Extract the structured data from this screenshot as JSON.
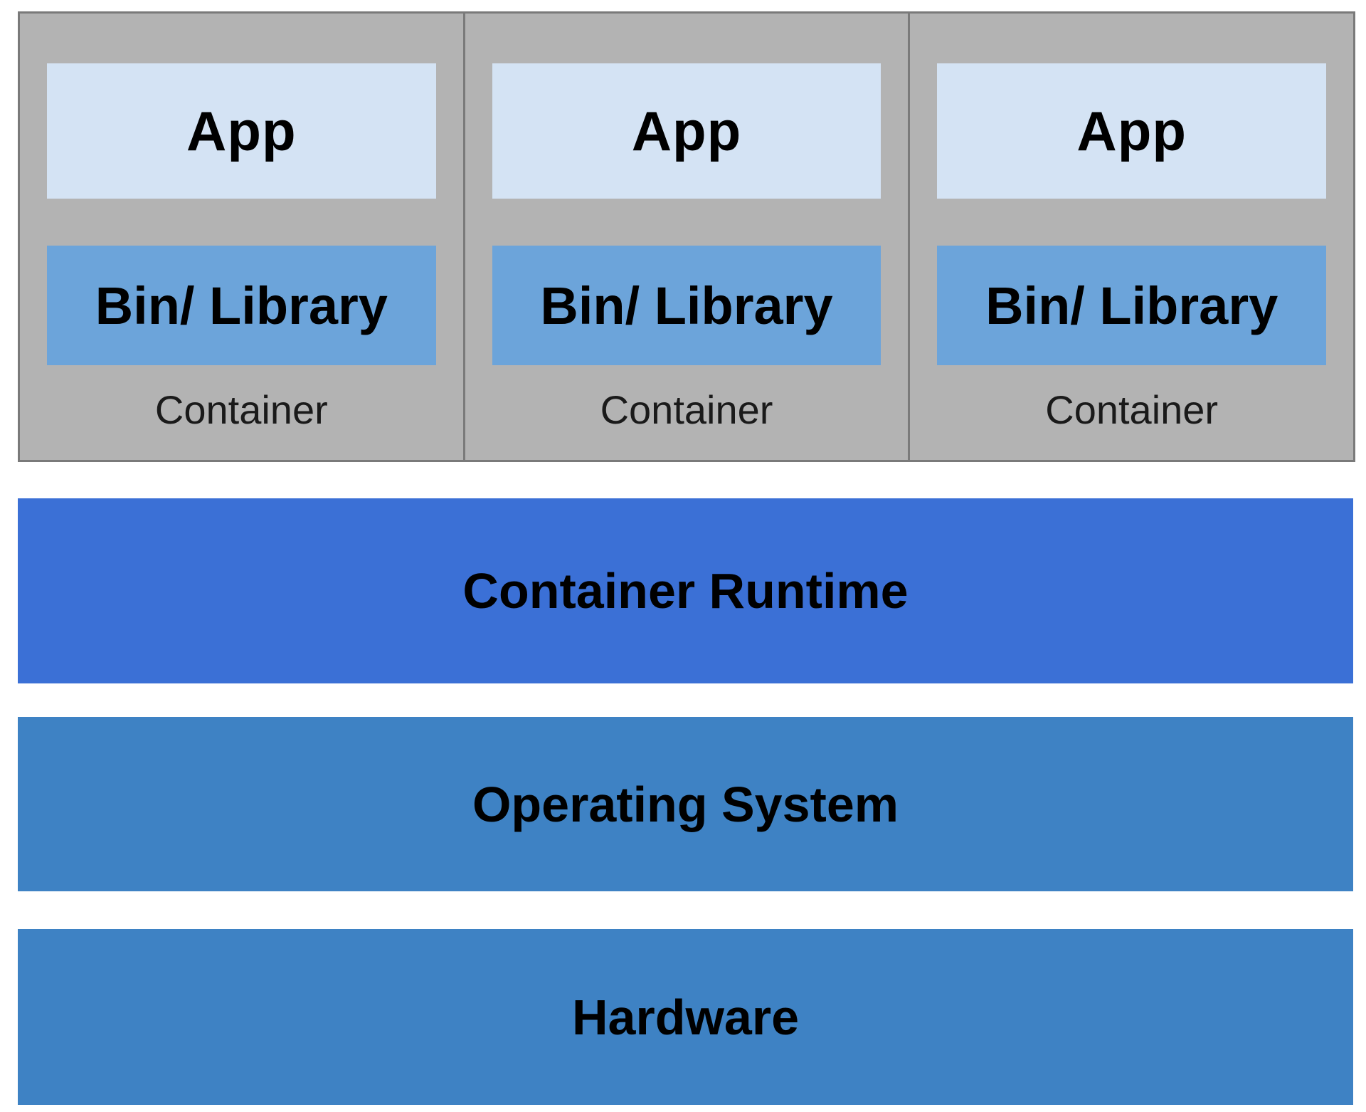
{
  "containers": [
    {
      "app_label": "App",
      "bin_label": "Bin/ Library",
      "caption": "Container"
    },
    {
      "app_label": "App",
      "bin_label": "Bin/ Library",
      "caption": "Container"
    },
    {
      "app_label": "App",
      "bin_label": "Bin/ Library",
      "caption": "Container"
    }
  ],
  "layers": [
    {
      "label": "Container Runtime",
      "color": "#3b70d6"
    },
    {
      "label": "Operating System",
      "color": "#3e82c4"
    },
    {
      "label": "Hardware",
      "color": "#3e82c4"
    }
  ],
  "colors": {
    "container_background": "#b3b3b3",
    "container_border": "#7a7a7a",
    "app_box": "#d4e3f4",
    "bin_box": "#6ca4da",
    "label_text": "#000000"
  }
}
